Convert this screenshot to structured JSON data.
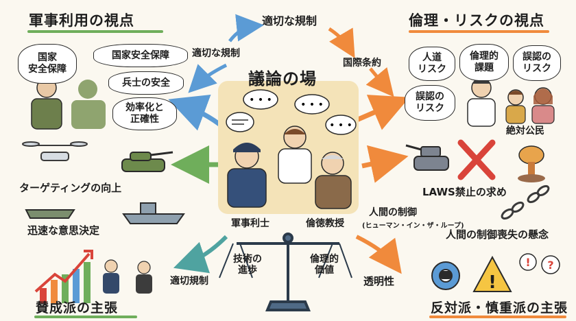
{
  "left_title": "軍事利用の視点",
  "right_title": "倫理・リスクの視点",
  "center_title": "議論の場",
  "top_arrow_label": "適切な規制",
  "left_bubbles": [
    "国家\n安全保障",
    "国家安全保障",
    "兵士の安全",
    "効率化と\n正確性"
  ],
  "left_arrow_label": "適切な規制",
  "right_arrow_label": "国際条約",
  "right_bubbles": [
    "人道\nリスク",
    "倫理的\n課題",
    "誤認の\nリスク",
    "誤認の\nリスク"
  ],
  "public_label": "絶対公民",
  "left_mid_labels": {
    "targeting": "ターゲティングの向上",
    "decision": "迅速な意思決定"
  },
  "right_mid_labels": {
    "laws": "LAWS禁止の求め",
    "human_control": "人間の制御",
    "human_control_sub": "(ヒューマン・イン・ザ・ループ)",
    "loss_of_control": "人間の制御喪失の懸念"
  },
  "center_people": {
    "officer": "軍事利士",
    "professor": "倫徳教授"
  },
  "scale_labels": {
    "left": "技術の\n進歩",
    "right": "倫理的\n価値"
  },
  "bottom_left_arrow": "適切規制",
  "bottom_right_arrow": "透明性",
  "bottom_left_title": "賛成派の主張",
  "bottom_right_title": "反対派・慎重派の主張",
  "colors": {
    "blue": "#5b9bd5",
    "orange": "#f08a3c",
    "green": "#6fae5b",
    "red": "#d9443a",
    "teal": "#4fa3a0"
  }
}
